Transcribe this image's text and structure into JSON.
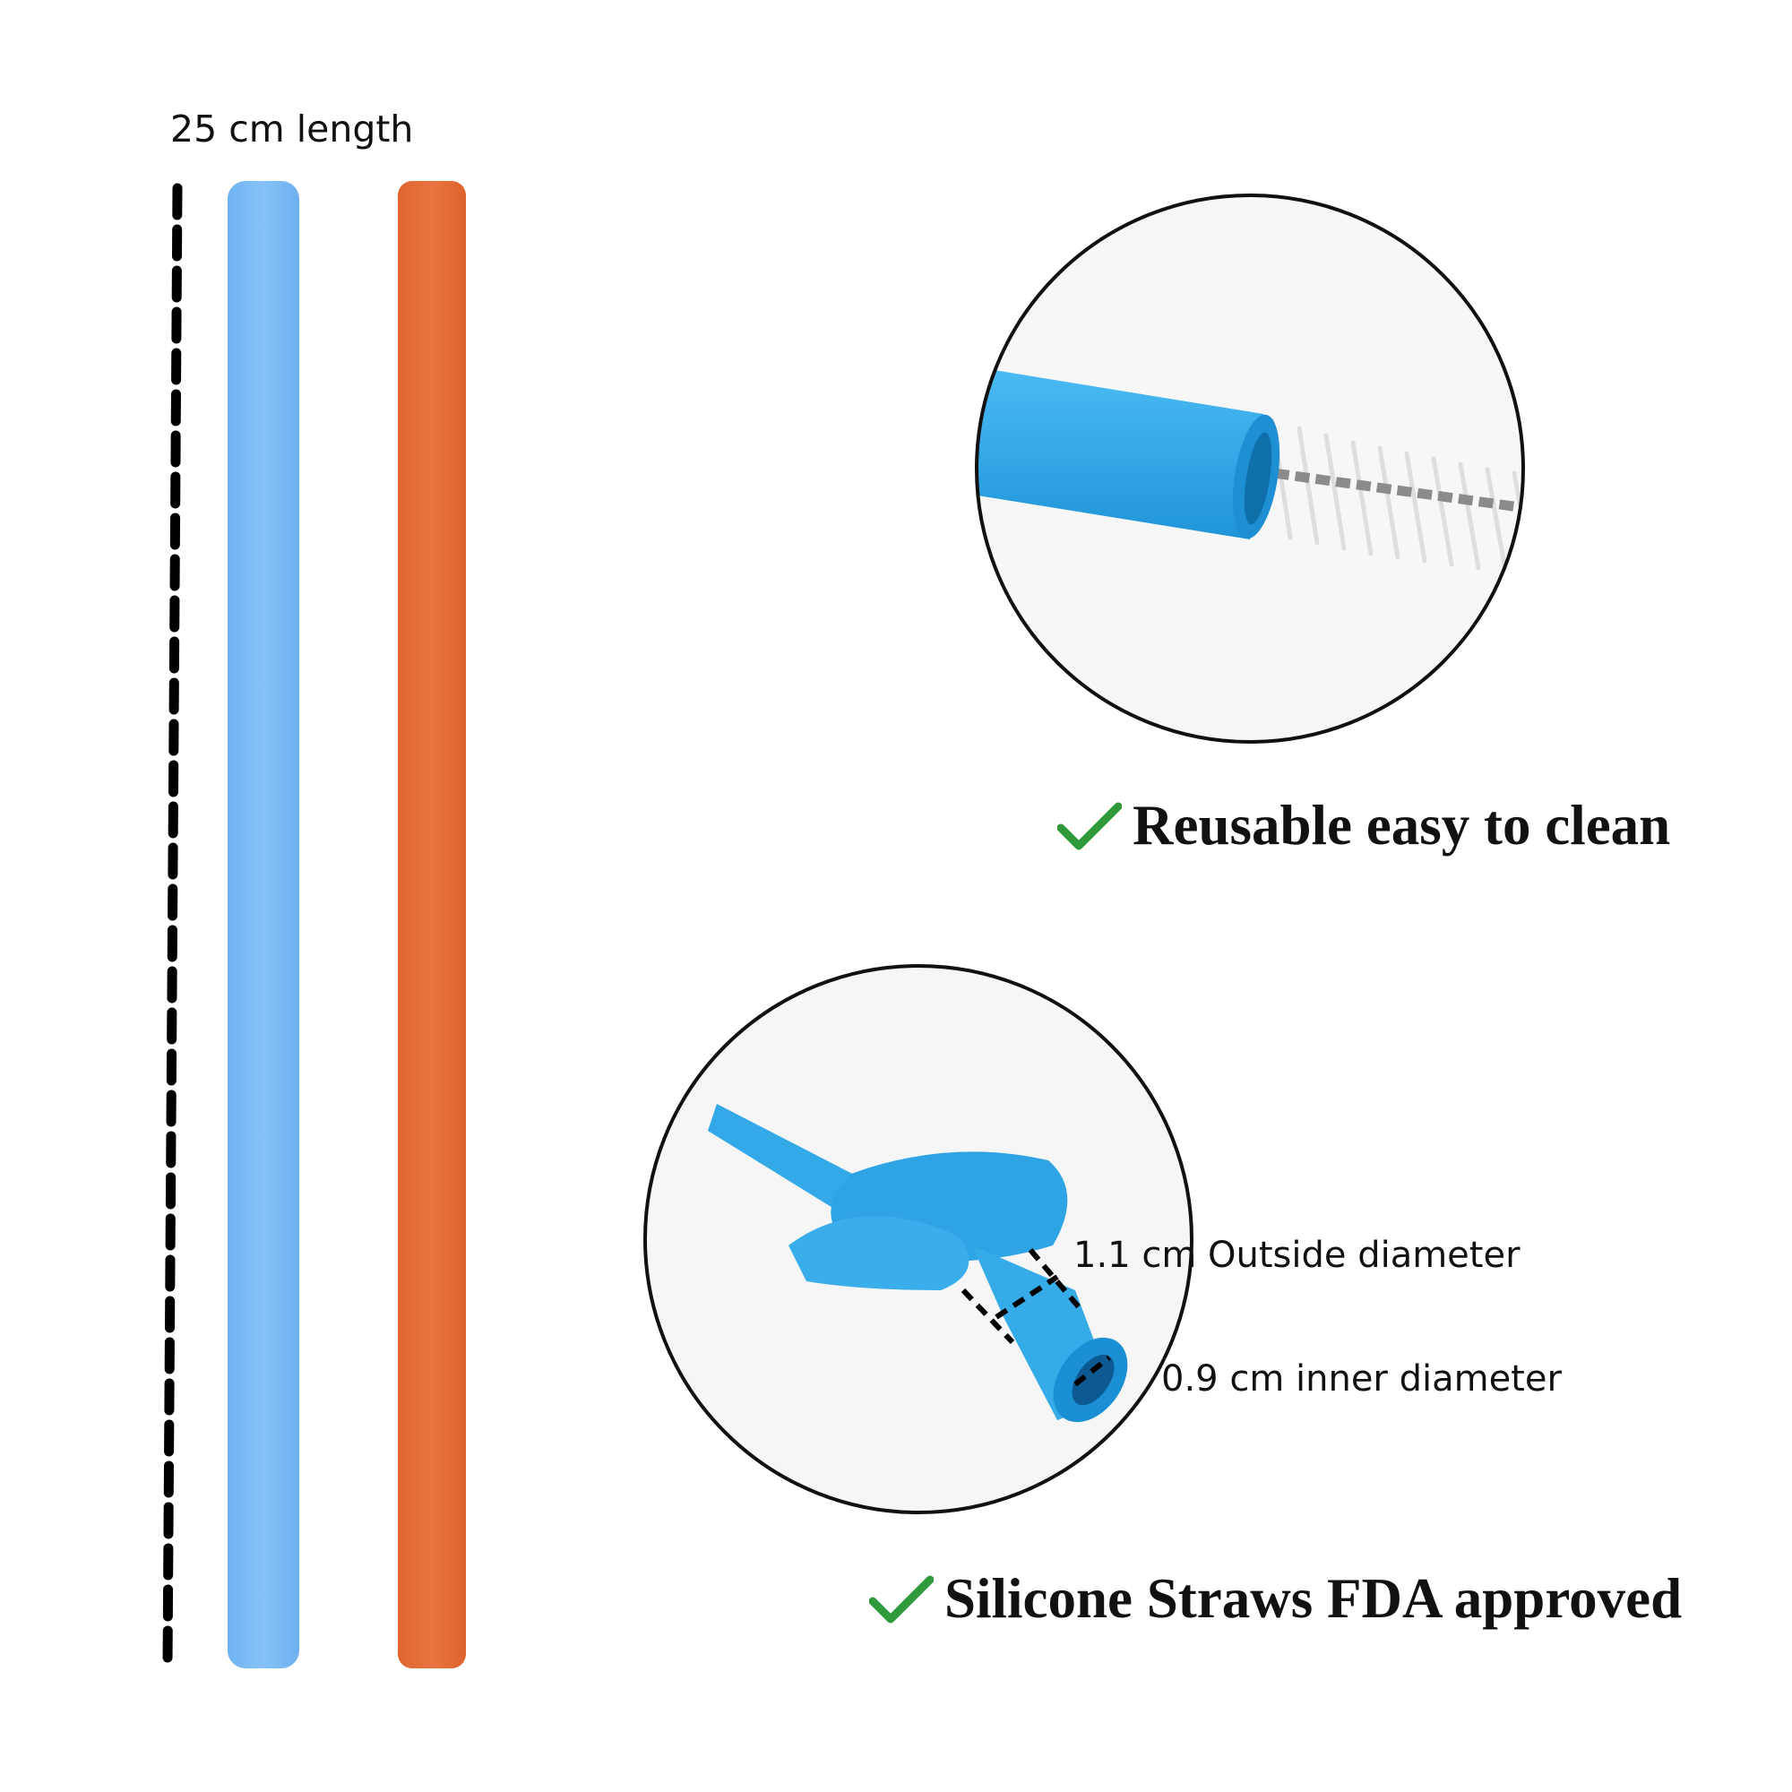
{
  "labels": {
    "length": "25 cm length",
    "outside_diameter": "1.1 cm Outside diameter",
    "inner_diameter": "0.9 cm inner diameter"
  },
  "captions": {
    "clean": "Reusable easy to clean",
    "fda": "Silicone Straws FDA approved"
  },
  "colors": {
    "blue_straw": "#7fbcf6",
    "orange_straw": "#e6703a",
    "circle_blue": "#33a9e8",
    "check_green": "#2f9a3b",
    "outline": "#111111"
  },
  "icons": {
    "check": "check-icon"
  }
}
